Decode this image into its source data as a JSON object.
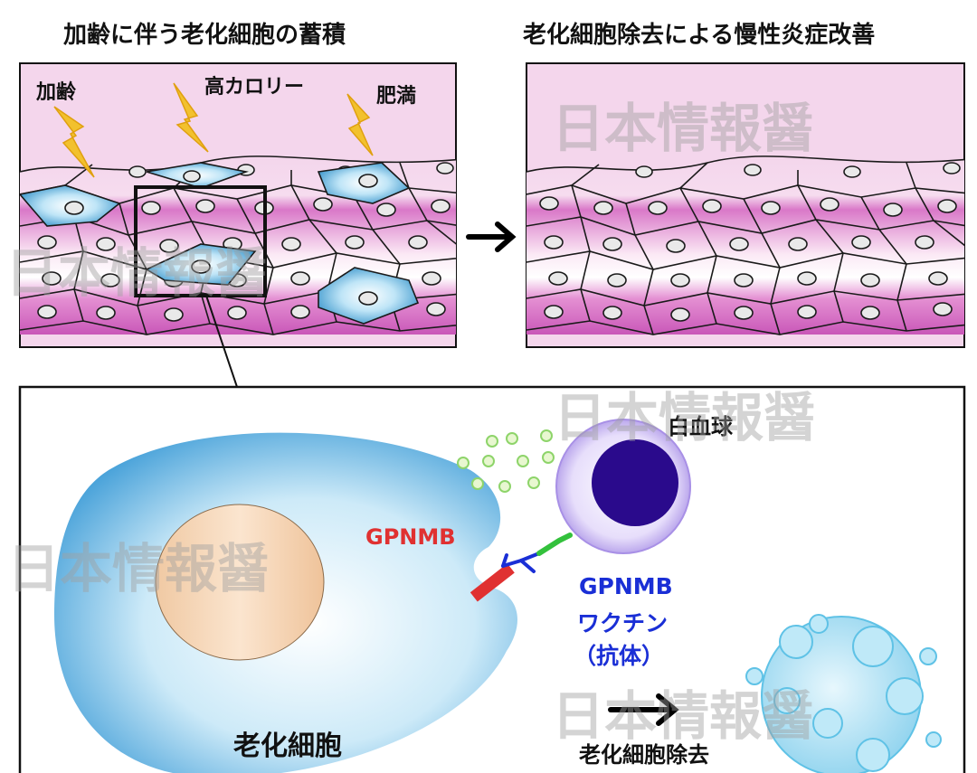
{
  "panels": {
    "left_title": "加齢に伴う老化細胞の蓄積",
    "right_title": "老化細胞除去による慢性炎症改善"
  },
  "factors": [
    "加齢",
    "高カロリー",
    "肥満"
  ],
  "cell_labels": {
    "senescent_cell": "老化細胞",
    "white_blood_cell": "白血球",
    "gpnmb": "GPNMB",
    "vaccine_line1": "GPNMB",
    "vaccine_line2": "ワクチン",
    "vaccine_line3": "（抗体）",
    "removal": "老化細胞除去"
  },
  "watermark": "日本情報醤",
  "colors": {
    "tissue_pink": "#d978c8",
    "senescent_blue": "#4fb0e0",
    "gpnmb_red": "#e03131",
    "vaccine_blue": "#1a2fd6",
    "wbc_purple": "#2a0a8c",
    "lightning": "#f2c12e"
  },
  "icons": [
    "lightning-icon",
    "arrow-right-icon",
    "antibody-icon"
  ]
}
